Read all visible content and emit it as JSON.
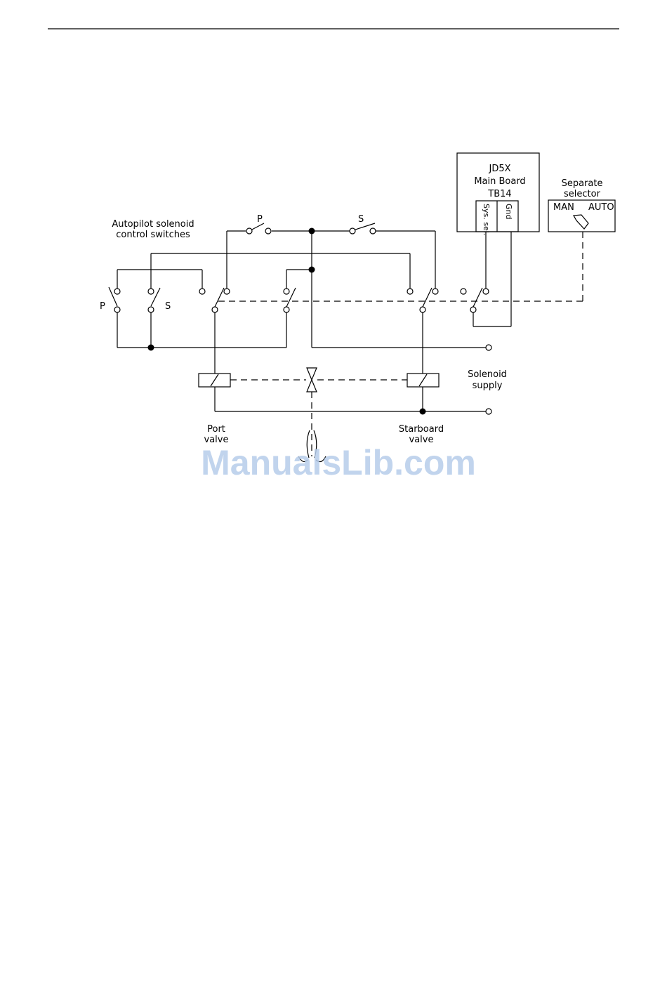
{
  "labels": {
    "autopilot_line1": "Autopilot  solenoid",
    "autopilot_line2": "control  switches",
    "switch_top_p": "P",
    "switch_top_s": "S",
    "switch_left_p": "P",
    "switch_left_s": "S",
    "board_line1": "JD5X",
    "board_line2": "Main  Board",
    "board_line3": "TB14",
    "terminal_sys_sel": "Sys. sel.",
    "terminal_gnd": "Gnd",
    "selector_line1": "Separate",
    "selector_line2": "selector",
    "selector_man": "MAN",
    "selector_auto": "AUTO",
    "supply_line1": "Solenoid",
    "supply_line2": "supply",
    "port_line1": "Port",
    "port_line2": "valve",
    "starboard_line1": "Starboard",
    "starboard_line2": "valve"
  },
  "watermark": "ManualsLib.com",
  "colors": {
    "line": "#000000",
    "watermark": "#b7cdea"
  }
}
